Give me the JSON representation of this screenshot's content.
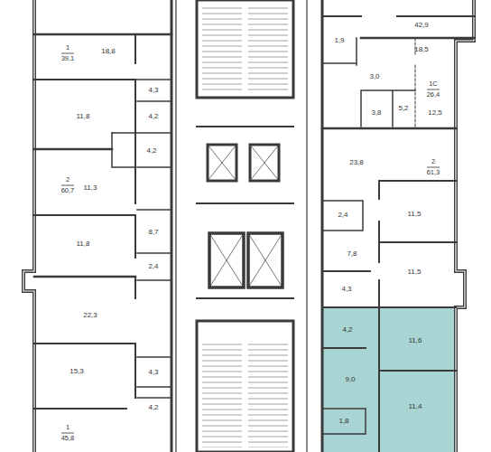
{
  "diagram": {
    "labels": [
      "1",
      "39,1",
      "18,8",
      "4,3",
      "11,8",
      "4,2",
      "4,2",
      "2",
      "60,7",
      "11,3",
      "8,7",
      "11,8",
      "2,4",
      "22,3",
      "15,3",
      "4,3",
      "4,2",
      "1",
      "45,8",
      "42,9",
      "18,5",
      "1,9",
      "3,0",
      "1С",
      "26,4",
      "5,2",
      "3,8",
      "12,5",
      "23,8",
      "2",
      "61,3",
      "2,4",
      "11,5",
      "7,8",
      "11,5",
      "4,3",
      "4,2",
      "11,6",
      "9,0",
      "11,4",
      "1,8"
    ]
  }
}
